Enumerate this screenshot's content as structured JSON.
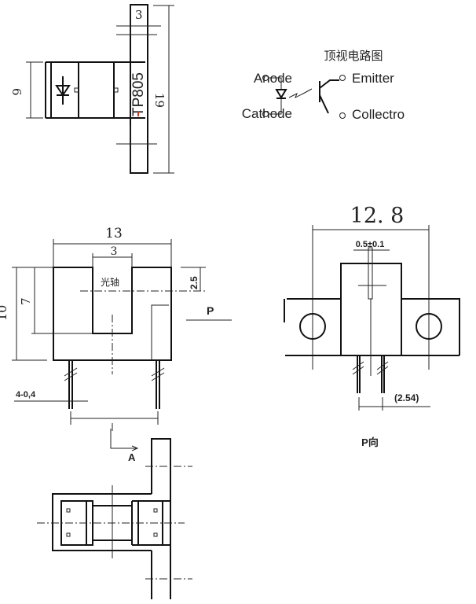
{
  "top_view": {
    "dim_width": "3",
    "dim_height": "6",
    "dim_length": "19",
    "part_number": "TP805",
    "part_number_accent": "#c0392b"
  },
  "circuit": {
    "title": "顶视电路图",
    "anode": "Anode",
    "cathode": "Cathode",
    "emitter": "Emitter",
    "collector": "Collectro"
  },
  "front_view": {
    "dim_width": "13",
    "dim_slot": "3",
    "dim_height": "10",
    "dim_slot_depth": "7",
    "dim_axis": "2.5",
    "axis_label": "光轴",
    "view_label": "P",
    "pin_label": "4-0,4"
  },
  "side_view": {
    "dim_width": "12. 8",
    "dim_pin": "0.5±0.1",
    "dim_pitch": "(2.54)",
    "caption": "P向"
  },
  "bottom_view": {
    "view_label": "A"
  }
}
